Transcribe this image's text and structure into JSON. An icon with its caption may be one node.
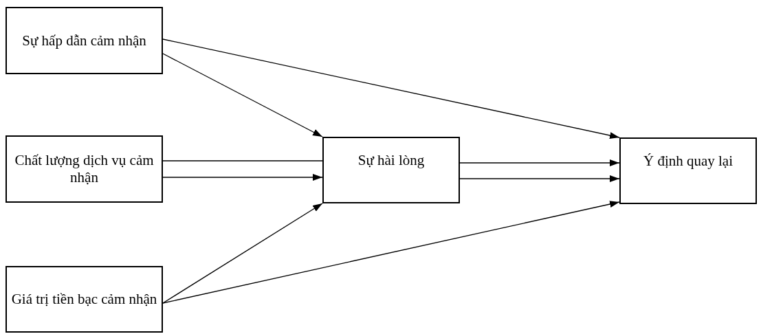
{
  "diagram": {
    "nodes": [
      {
        "text": [
          "Sự hấp dẫn cảm nhận"
        ]
      },
      {
        "text": [
          "Chất lượng dịch vụ cảm nhận"
        ]
      },
      {
        "text": [
          "Giá trị tiền bạc cảm nhận"
        ]
      },
      {
        "text": [
          "Sự hài lòng"
        ]
      },
      {
        "text": [
          "Ý định quay lại"
        ]
      }
    ],
    "edges": [
      {
        "from": 0,
        "to": 3,
        "arrow": "to"
      },
      {
        "from": 0,
        "to": 4,
        "arrow": "to"
      },
      {
        "from": 1,
        "to": 3,
        "arrow": "none"
      },
      {
        "from": 1,
        "to": 3,
        "arrow": "to"
      },
      {
        "from": 2,
        "to": 3,
        "arrow": "to"
      },
      {
        "from": 2,
        "to": 4,
        "arrow": "to"
      },
      {
        "from": 3,
        "to": 4,
        "arrow": "to"
      },
      {
        "from": 3,
        "to": 4,
        "arrow": "to"
      }
    ]
  }
}
